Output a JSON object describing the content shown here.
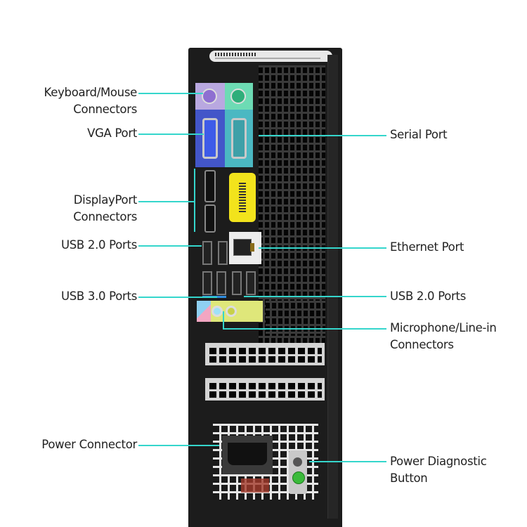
{
  "diagram": {
    "subject": "Desktop computer rear panel",
    "accent_color": "#35d6cc",
    "left_labels": [
      {
        "id": "keyboard-mouse",
        "lines": [
          "Keyboard/Mouse",
          "Connectors"
        ]
      },
      {
        "id": "vga",
        "lines": [
          "VGA Port"
        ]
      },
      {
        "id": "displayport",
        "lines": [
          "DisplayPort",
          "Connectors"
        ]
      },
      {
        "id": "usb20-left",
        "lines": [
          "USB 2.0 Ports"
        ]
      },
      {
        "id": "usb30",
        "lines": [
          "USB 3.0 Ports"
        ]
      },
      {
        "id": "power-connector",
        "lines": [
          "Power Connector"
        ]
      }
    ],
    "right_labels": [
      {
        "id": "serial",
        "lines": [
          "Serial Port"
        ]
      },
      {
        "id": "ethernet",
        "lines": [
          "Ethernet Port"
        ]
      },
      {
        "id": "usb20-right",
        "lines": [
          "USB 2.0 Ports"
        ]
      },
      {
        "id": "mic-line-in",
        "lines": [
          "Microphone/Line-in",
          "Connectors"
        ]
      },
      {
        "id": "power-diagnostic",
        "lines": [
          "Power Diagnostic",
          "Button"
        ]
      }
    ]
  }
}
